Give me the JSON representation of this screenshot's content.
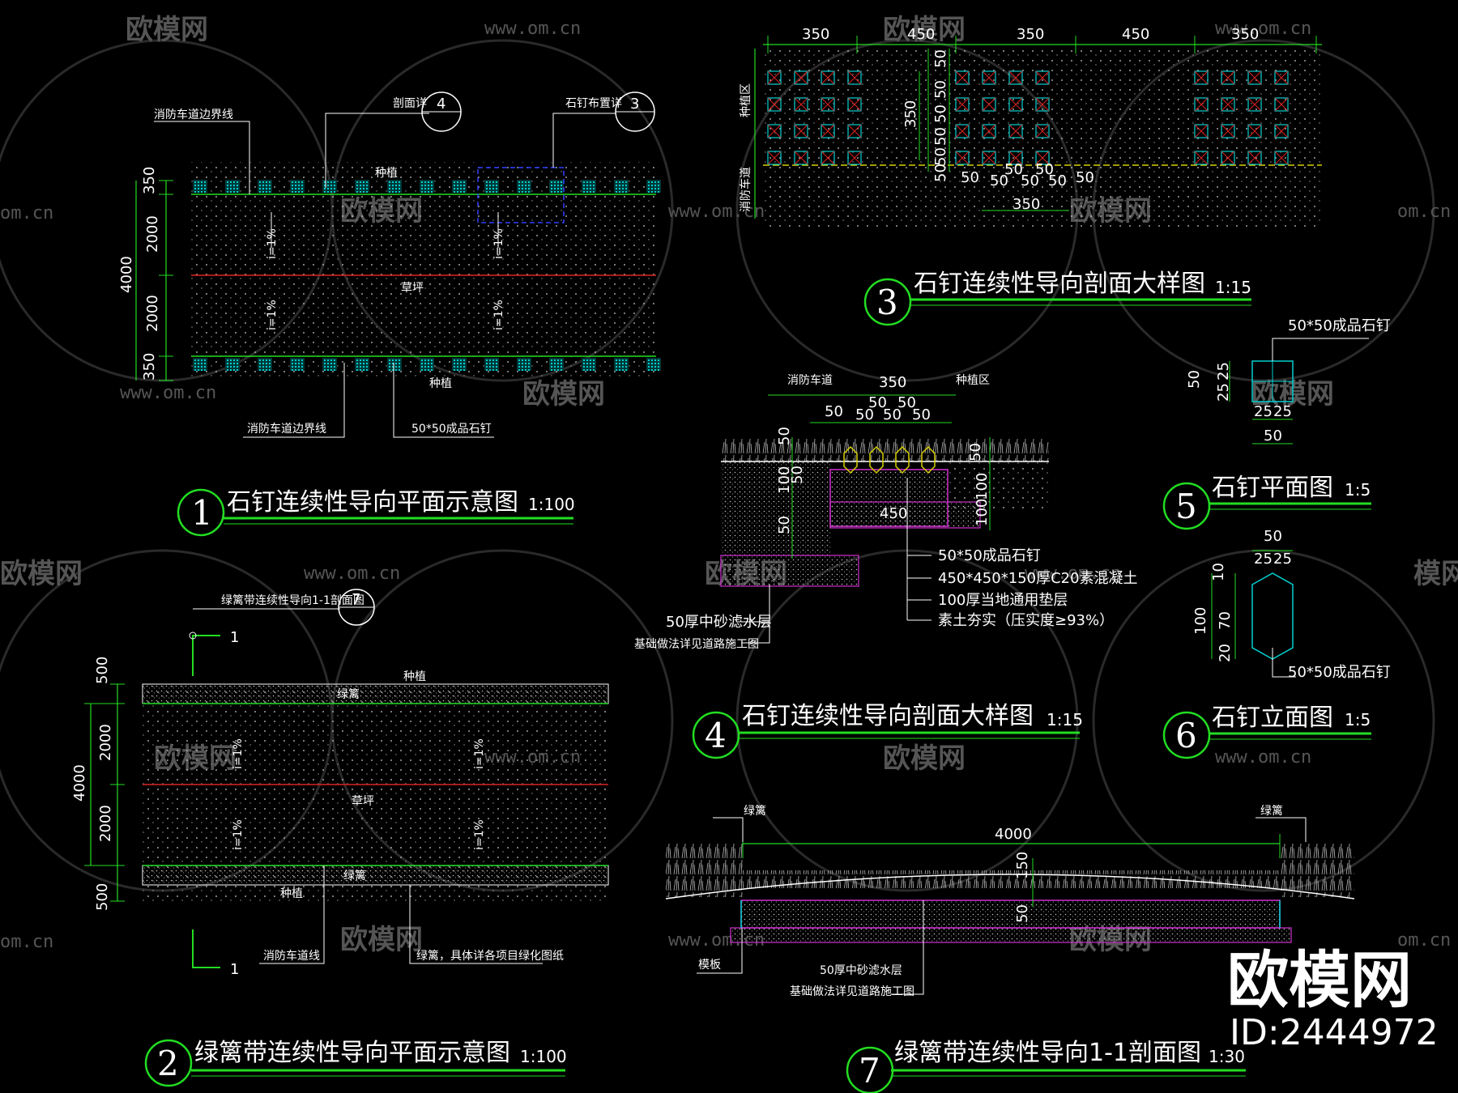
{
  "colors": {
    "background": "#000000",
    "line_green": "#22dd22",
    "line_white": "#ffffff",
    "hatch_cyan": "#00d0d0",
    "magenta": "#d030d0",
    "red": "#dd2222",
    "yellow": "#d8d000",
    "blue": "#3040ff"
  },
  "watermark": {
    "logo_text": "欧模网",
    "url_text": "www.om.cn",
    "url_fragment": "om.cn",
    "logo_fragment": "欧模网",
    "logo_fragment_short": "模网"
  },
  "brand": {
    "name": "欧模网",
    "id": "ID:2444972"
  },
  "drawing1": {
    "number": "1",
    "title": "石钉连续性导向平面示意图",
    "scale": "1:100",
    "labels": {
      "fire_lane_boundary_top": "消防车道边界线",
      "section_detail": "剖面详",
      "section_ref": "4",
      "stone_layout": "石钉布置详",
      "stone_ref": "3",
      "planting_top": "种植",
      "lawn": "草坪",
      "planting_bottom": "种植",
      "fire_lane_boundary_bottom": "消防车道边界线",
      "stone_spec": "50*50成品石钉",
      "slope": "i=1%"
    },
    "dims": {
      "total": "4000",
      "upper": "2000",
      "lower": "2000",
      "top_band": "350",
      "bottom_band": "350"
    }
  },
  "drawing2": {
    "number": "2",
    "title": "绿篱带连续性导向平面示意图",
    "scale": "1:100",
    "labels": {
      "section_callout": "绿篱带连续性导向1-1剖面图",
      "section_ref": "7",
      "cut_mark": "1",
      "planting_top": "种植",
      "hedge_top": "绿篱",
      "lawn": "草坪",
      "hedge_bottom": "绿篱",
      "planting_bottom": "种植",
      "fire_lane": "消防车道线",
      "hedge_note": "绿篱，具体详各项目绿化图纸",
      "slope": "i=1%"
    },
    "dims": {
      "total": "4000",
      "upper": "2000",
      "lower": "2000",
      "top": "500",
      "bottom": "500"
    }
  },
  "drawing3": {
    "number": "3",
    "title": "石钉连续性导向剖面大样图",
    "scale": "1:15",
    "labels": {
      "planting_zone": "种植区",
      "fire_lane": "消防车道"
    },
    "dims_top": [
      "350",
      "450",
      "350",
      "450",
      "350"
    ],
    "dims_mid": [
      "50",
      "50",
      "50",
      "50",
      "50"
    ],
    "dims_left": "350",
    "dims_bottom": [
      "50",
      "50",
      "50",
      "50",
      "50",
      "50",
      "50"
    ],
    "dims_bottom_total": "350"
  },
  "drawing4": {
    "number": "4",
    "title": "石钉连续性导向剖面大样图",
    "scale": "1:15",
    "labels": {
      "fire_lane": "消防车道",
      "planting_zone": "种植区",
      "stone": "50*50成品石钉",
      "concrete": "450*450*150厚C20素混凝土",
      "base": "100厚当地通用垫层",
      "soil": "素土夯实（压实度≥93%）",
      "sand": "50厚中砂滤水层",
      "foundation": "基础做法详见道路施工图"
    },
    "dims": {
      "top_total": "350",
      "top_segments": [
        "50",
        "50",
        "50",
        "50",
        "50",
        "50"
      ],
      "left_a": "50",
      "left_b": "100",
      "left_c": "50",
      "left_d": "50",
      "right_a": "50",
      "right_b": "100",
      "right_c": "100",
      "width": "450"
    }
  },
  "drawing5": {
    "number": "5",
    "title": "石钉平面图",
    "scale": "1:5",
    "labels": {
      "stone": "50*50成品石钉"
    },
    "dims": {
      "total": "50",
      "left": "50",
      "halves": [
        "25",
        "25"
      ],
      "vertical_halves": [
        "25",
        "25"
      ]
    }
  },
  "drawing6": {
    "number": "6",
    "title": "石钉立面图",
    "scale": "1:5",
    "labels": {
      "stone": "50*50成品石钉"
    },
    "dims": {
      "top": "50",
      "halves": [
        "25",
        "25"
      ],
      "total": "100",
      "a": "10",
      "b": "70",
      "c": "20"
    }
  },
  "drawing7": {
    "number": "7",
    "title": "绿篱带连续性导向1-1剖面图",
    "scale": "1:30",
    "labels": {
      "hedge_left": "绿篱",
      "hedge_right": "绿篱",
      "formwork": "模板",
      "sand": "50厚中砂滤水层",
      "foundation": "基础做法详见道路施工图"
    },
    "dims": {
      "width": "4000",
      "depth_a": "150",
      "depth_b": "50"
    }
  }
}
